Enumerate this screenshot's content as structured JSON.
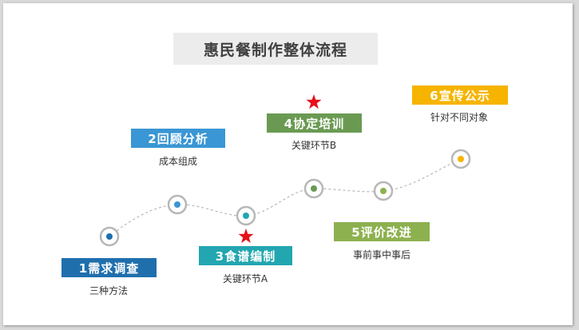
{
  "title": "惠民餐制作整体流程",
  "colors": {
    "dot_ring": "#b7b7b7",
    "curve": "#b7b7b7",
    "star": "#e5111b"
  },
  "steps": [
    {
      "label": "1需求调查",
      "note": "三种方法",
      "color": "#1f6fad"
    },
    {
      "label": "2回顾分析",
      "note": "成本组成",
      "color": "#3a96d4"
    },
    {
      "label": "3食谱编制",
      "note": "关键环节A",
      "color": "#22a6b0",
      "starred": true
    },
    {
      "label": "4协定培训",
      "note": "关键环节B",
      "color": "#6a9a52",
      "starred": true
    },
    {
      "label": "5评价改进",
      "note": "事前事中事后",
      "color": "#8db14f"
    },
    {
      "label": "6宣传公示",
      "note": "针对不同对象",
      "color": "#f6b400"
    }
  ]
}
